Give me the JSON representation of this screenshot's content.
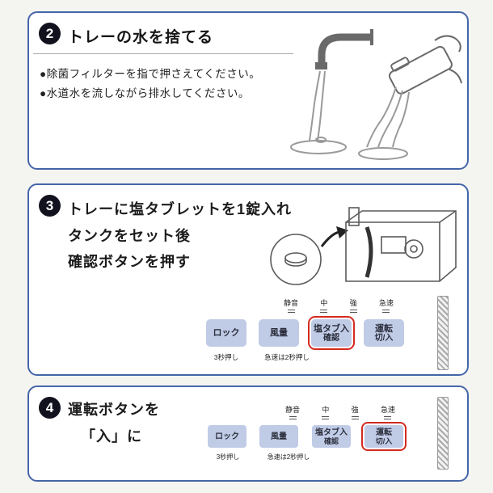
{
  "steps": {
    "step2": {
      "number": "2",
      "title": "トレーの水を捨てる",
      "bullet1": "●除菌フィルターを指で押さえてください。",
      "bullet2": "●水道水を流しながら排水してください。"
    },
    "step3": {
      "number": "3",
      "title1": "トレーに塩タブレットを1錠入れ",
      "title2": "タンクをセット後",
      "title3": "確認ボタンを押す"
    },
    "step4": {
      "number": "4",
      "title1": "運転ボタンを",
      "title2": "「入」に"
    }
  },
  "panel": {
    "modes": [
      "静音",
      "中",
      "強",
      "急速"
    ],
    "buttons": {
      "lock": {
        "label": "ロック",
        "sub": "3秒押し"
      },
      "air": {
        "label": "風量",
        "sub": "急速は2秒押し"
      },
      "salt": {
        "line1": "塩タブ入",
        "line2": "確認"
      },
      "power": {
        "line1": "運転",
        "line2": "切/入"
      }
    }
  },
  "colors": {
    "box_border": "#4466a8",
    "button_bg": "#c0cbe6",
    "highlight_red": "#d42a1e"
  }
}
